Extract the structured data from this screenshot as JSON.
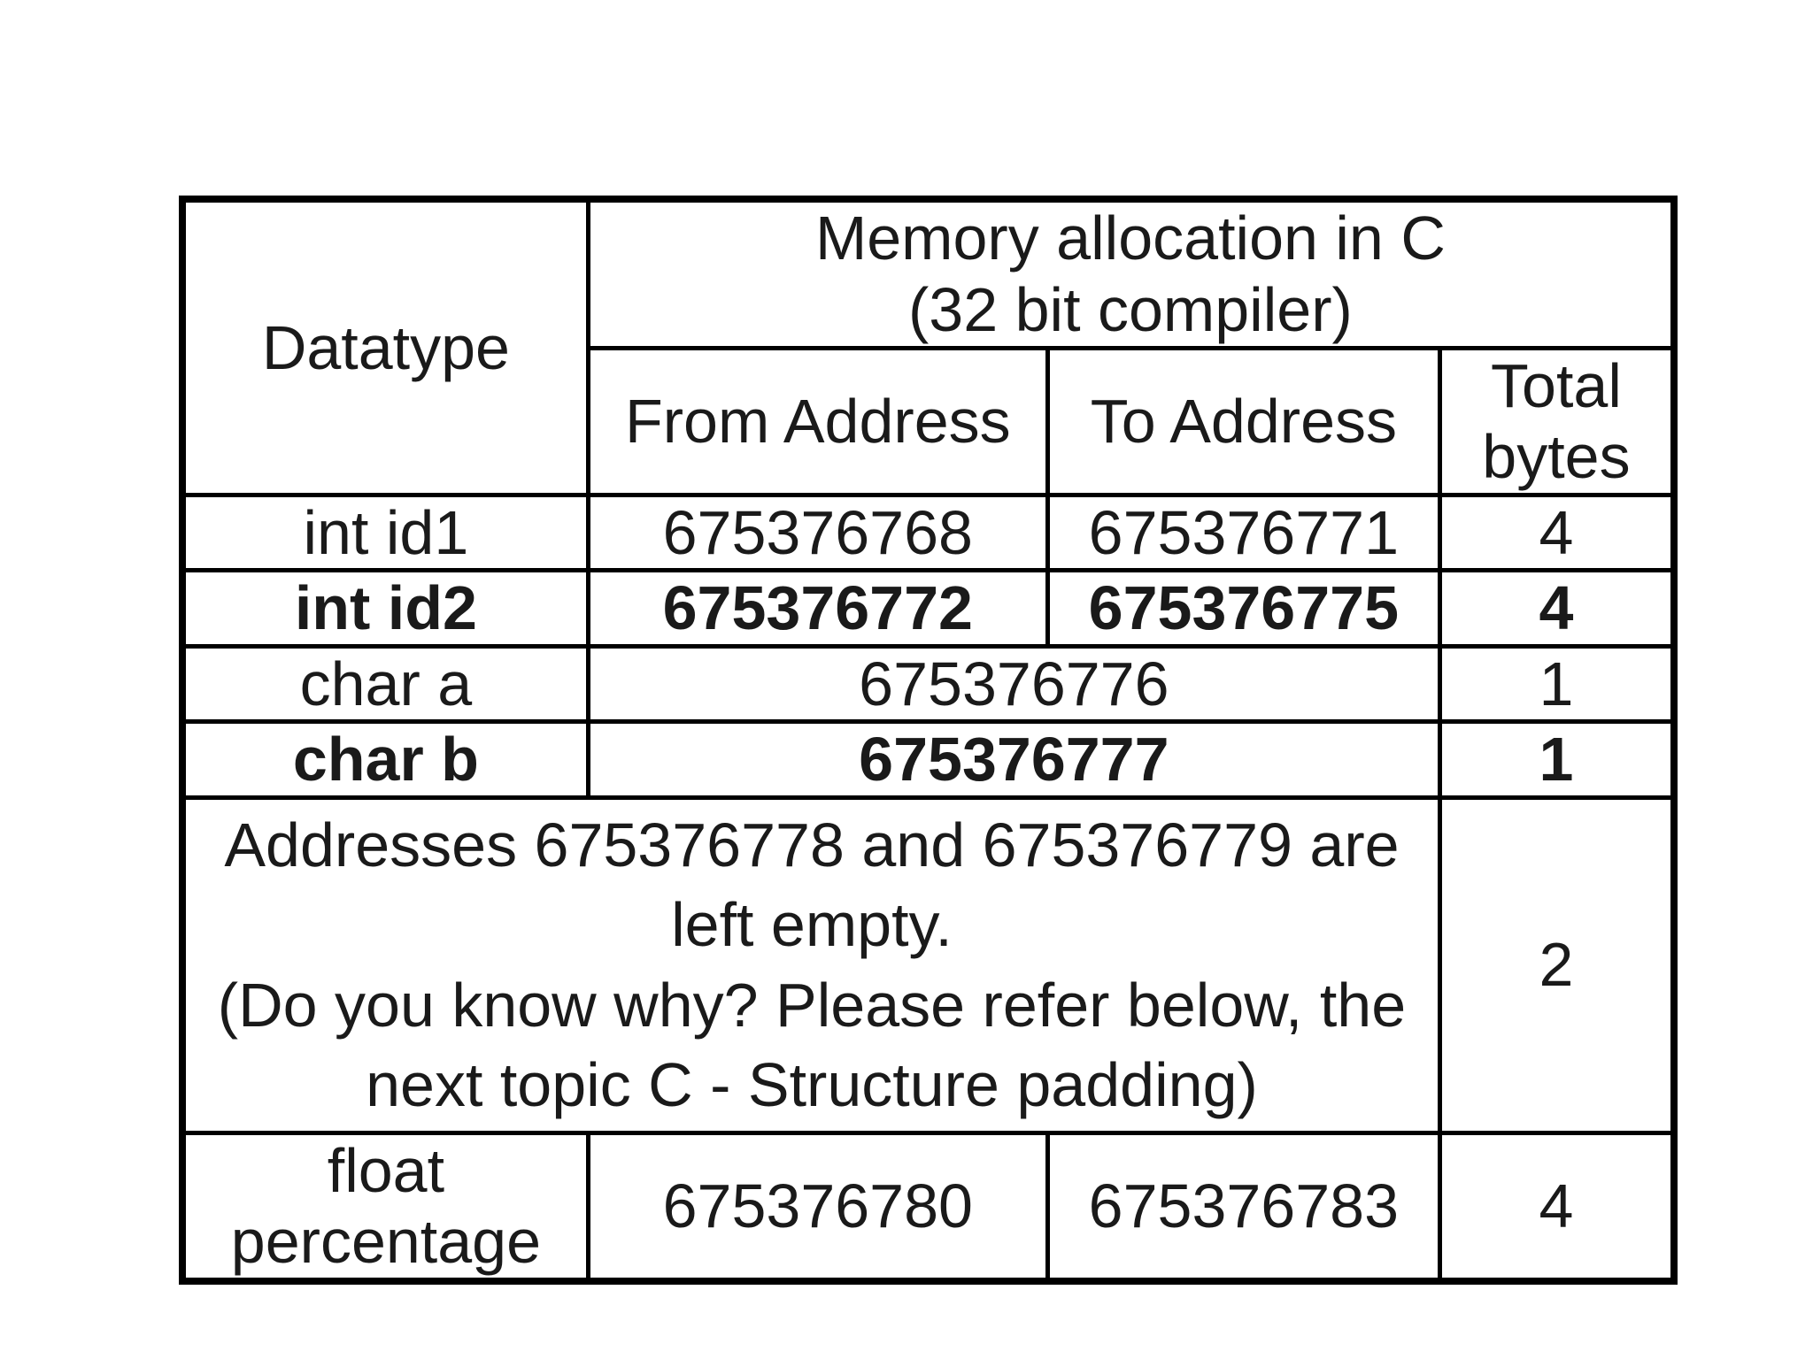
{
  "page": {
    "background": "#ffffff"
  },
  "table": {
    "colors": {
      "border": "#000000",
      "text": "#1a1a1a"
    },
    "header": {
      "datatype": "Datatype",
      "group_title_lines": [
        "Memory allocation in C",
        "(32 bit compiler)"
      ],
      "from_address": "From Address",
      "to_address": "To Address",
      "total_bytes_lines": [
        "Total",
        "bytes"
      ]
    },
    "rows": [
      {
        "datatype": "int id1",
        "from": "675376768",
        "to": "675376771",
        "bytes": "4",
        "bold": false
      },
      {
        "datatype": "int id2",
        "from": "675376772",
        "to": "675376775",
        "bytes": "4",
        "bold": true
      },
      {
        "datatype": "char a",
        "address": "675376776",
        "bytes": "1",
        "bold": false
      },
      {
        "datatype": "char b",
        "address": "675376777",
        "bytes": "1",
        "bold": true
      }
    ],
    "note_row": {
      "lines": [
        "Addresses 675376778 and 675376779 are left empty.",
        "(Do you know why? Please refer below, the next topic C - Structure padding)"
      ],
      "bytes": "2"
    },
    "float_row": {
      "datatype_lines": [
        "float",
        "percentage"
      ],
      "from": "675376780",
      "to": "675376783",
      "bytes": "4"
    }
  }
}
